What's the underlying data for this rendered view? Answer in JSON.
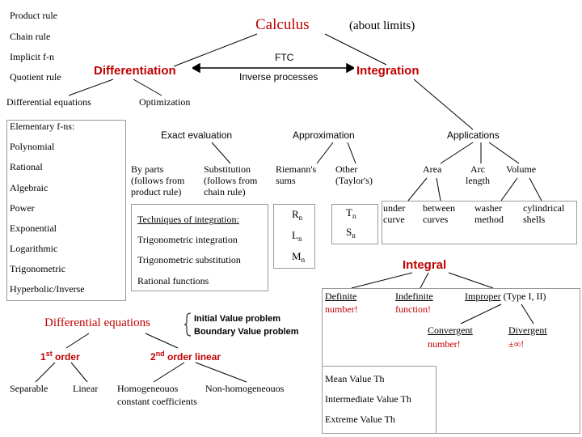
{
  "header": {
    "title": "Calculus",
    "subtitle": "(about limits)",
    "fundamental_theorem": "FTC",
    "inverse_note": "Inverse processes"
  },
  "left_list": [
    "Product rule",
    "Chain rule",
    "Implicit f-n",
    "Quotient rule"
  ],
  "differentiation": "Differentiation",
  "integration": "Integration",
  "diff_equations_link": "Differential equations",
  "optimization": "Optimization",
  "elementary": {
    "title": "Elementary f-ns:",
    "items": [
      "Polynomial",
      "Rational",
      "Algebraic",
      "Power",
      "Exponential",
      "Logarithmic",
      "Trigonometric",
      "Hyperbolic/Inverse"
    ]
  },
  "integration_branches": {
    "exact": "Exact evaluation",
    "approx": "Approximation",
    "applications": "Applications"
  },
  "exact_methods": {
    "by_parts": [
      "By parts",
      "(follows from",
      "product rule)"
    ],
    "substitution": [
      "Substitution",
      "(follows from",
      "chain rule)"
    ]
  },
  "approx_methods": {
    "riemann": [
      "Riemann's",
      "sums"
    ],
    "other": [
      "Other",
      "(Taylor's)"
    ],
    "r": "R",
    "l": "L",
    "m": "M",
    "t": "T",
    "s": "S",
    "n": "n"
  },
  "applications": {
    "area": "Area",
    "arc": [
      "Arc",
      "length"
    ],
    "volume": "Volume",
    "under": [
      "under",
      "curve"
    ],
    "between": [
      "between",
      "curves"
    ],
    "washer": [
      "washer",
      "method"
    ],
    "cylindrical": [
      "cylindrical",
      "shells"
    ]
  },
  "techniques": {
    "title": "Techniques of integration:",
    "items": [
      "Trigonometric integration",
      "Trigonometric substitution",
      "Rational functions"
    ]
  },
  "integral": {
    "title": "Integral",
    "definite": "Definite",
    "definite_note": "number!",
    "indefinite": "Indefinite",
    "indefinite_note": "function!",
    "improper": "Improper",
    "improper_type": "(Type I, II)",
    "convergent": "Convergent",
    "convergent_note": "number!",
    "divergent": "Divergent",
    "divergent_note": "±∞!"
  },
  "theorems": [
    "Mean Value Th",
    "Intermediate Value Th",
    "Extreme Value Th"
  ],
  "diff_eq": {
    "title": "Differential equations",
    "ivp": "Initial Value problem",
    "bvp": "Boundary Value problem",
    "first_order": "1",
    "first_sup": "st",
    "first_rest": " order",
    "second_order": "2",
    "second_sup": "nd",
    "second_rest": " order linear",
    "separable": "Separable",
    "linear": "Linear",
    "homogeneous": "Homogeneouos",
    "nonhomogeneous": "Non-homogeneouos",
    "constant_coeff": "constant coefficients"
  },
  "colors": {
    "accent": "#c00000",
    "line": "#000000",
    "box_border": "#9a9a9a"
  }
}
